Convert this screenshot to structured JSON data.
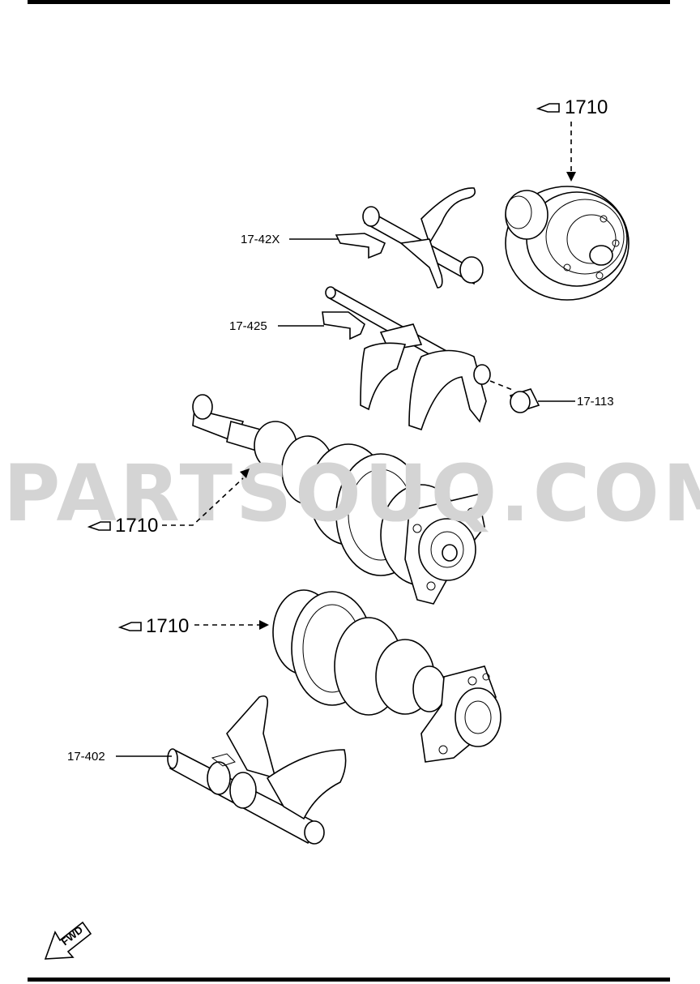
{
  "labels": {
    "shift_fork_a": "17-42X",
    "shift_fork_b": "17-425",
    "cap": "17-113",
    "shift_rod": "17-402"
  },
  "refs": {
    "ref_top": "1710",
    "ref_mid": "1710",
    "ref_low": "1710"
  },
  "watermark": "PARTSOUQ.COM",
  "fwd_badge": "FWD"
}
